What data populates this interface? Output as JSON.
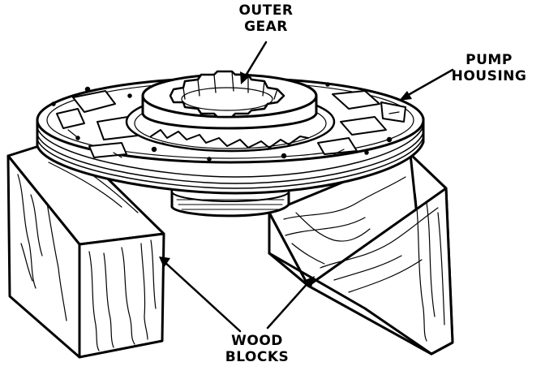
{
  "callouts": {
    "outer_gear": [
      "OUTER",
      "GEAR"
    ],
    "pump_housing": [
      "PUMP",
      "HOUSING"
    ],
    "wood_blocks": [
      "WOOD",
      "BLOCKS"
    ]
  },
  "colors": {
    "ink": "#000000",
    "paper": "#ffffff"
  }
}
